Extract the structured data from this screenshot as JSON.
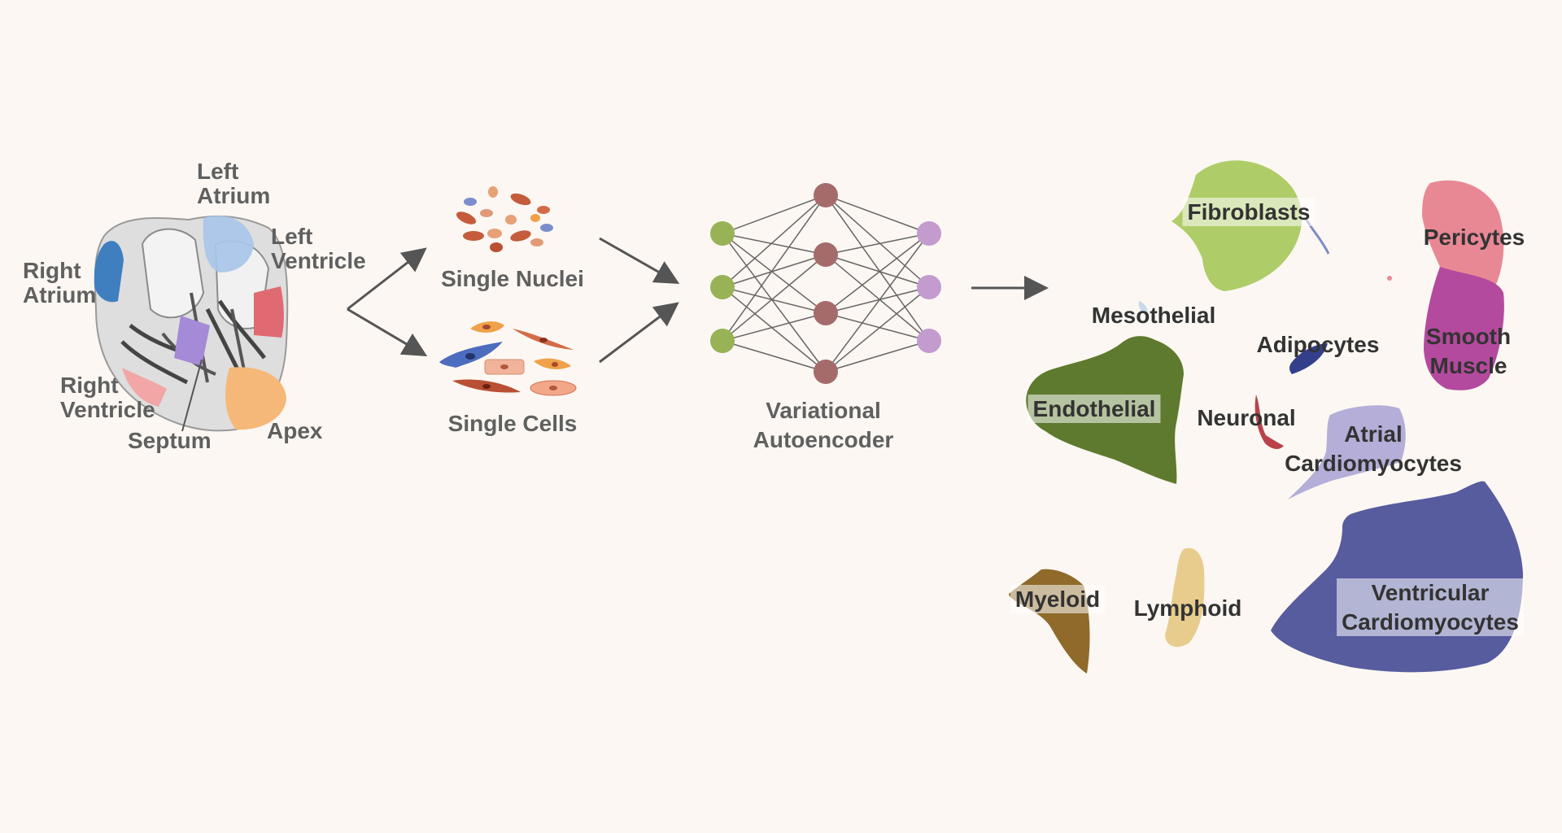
{
  "heart": {
    "labels": {
      "left_atrium": [
        "Left",
        "Atrium"
      ],
      "left_ventricle": [
        "Left",
        "Ventricle"
      ],
      "right_atrium": [
        "Right",
        "Atrium"
      ],
      "right_ventricle": [
        "Right",
        "Ventricle"
      ],
      "septum": "Septum",
      "apex": "Apex"
    },
    "colors": {
      "left_atrium": "#a8c6e8",
      "left_ventricle": "#e06a72",
      "right_atrium": "#3f7fc0",
      "right_ventricle": "#f2a6a6",
      "septum": "#a58ad8",
      "apex": "#f5b878"
    }
  },
  "samples": {
    "single_nuclei": "Single Nuclei",
    "single_cells": "Single Cells"
  },
  "network": {
    "label": [
      "Variational",
      "Autoencoder"
    ],
    "colors": {
      "input": "#97b356",
      "hidden": "#a56b6b",
      "output": "#c39bcf",
      "edge": "#666666"
    }
  },
  "clusters": [
    {
      "key": "fibroblasts",
      "lines": [
        "Fibroblasts"
      ],
      "color": "#aecd68"
    },
    {
      "key": "pericytes",
      "lines": [
        "Pericytes"
      ],
      "color": "#e98895"
    },
    {
      "key": "smooth_muscle",
      "lines": [
        "Smooth",
        "Muscle"
      ],
      "color": "#b44a9e"
    },
    {
      "key": "mesothelial",
      "lines": [
        "Mesothelial"
      ],
      "color": "#c9d9ea"
    },
    {
      "key": "adipocytes",
      "lines": [
        "Adipocytes"
      ],
      "color": "#343f8c"
    },
    {
      "key": "endothelial",
      "lines": [
        "Endothelial"
      ],
      "color": "#5e7a2e"
    },
    {
      "key": "neuronal",
      "lines": [
        "Neuronal"
      ],
      "color": "#b9434b"
    },
    {
      "key": "atrial_cardiomyocytes",
      "lines": [
        "Atrial",
        "Cardiomyocytes"
      ],
      "color": "#b4aed8"
    },
    {
      "key": "myeloid",
      "lines": [
        "Myeloid"
      ],
      "color": "#8f6a2a"
    },
    {
      "key": "lymphoid",
      "lines": [
        "Lymphoid"
      ],
      "color": "#e7cc8d"
    },
    {
      "key": "ventricular_cardiomyocytes",
      "lines": [
        "Ventricular",
        "Cardiomyocytes"
      ],
      "color": "#575c9f"
    }
  ]
}
